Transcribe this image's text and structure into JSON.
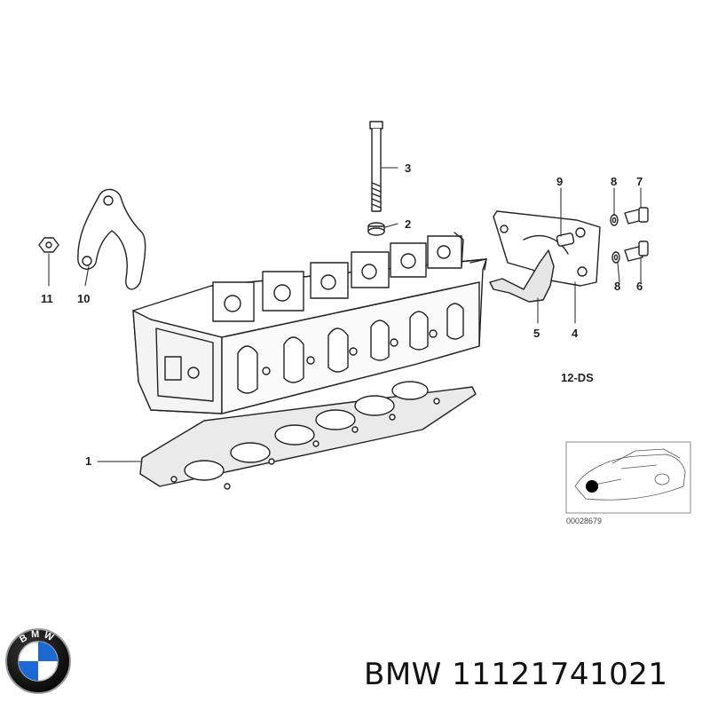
{
  "callouts": {
    "c1": "1",
    "c2": "2",
    "c3": "3",
    "c4": "4",
    "c5": "5",
    "c6": "6",
    "c7": "7",
    "c8a": "8",
    "c8b": "8",
    "c9": "9",
    "c10": "10",
    "c11": "11"
  },
  "diagram_code": "12-DS",
  "thumbnail": {
    "image_id": "00028679"
  },
  "logo": {
    "letters": "BMW"
  },
  "footer": {
    "brand": "BMW",
    "part_number": "11121741021"
  }
}
